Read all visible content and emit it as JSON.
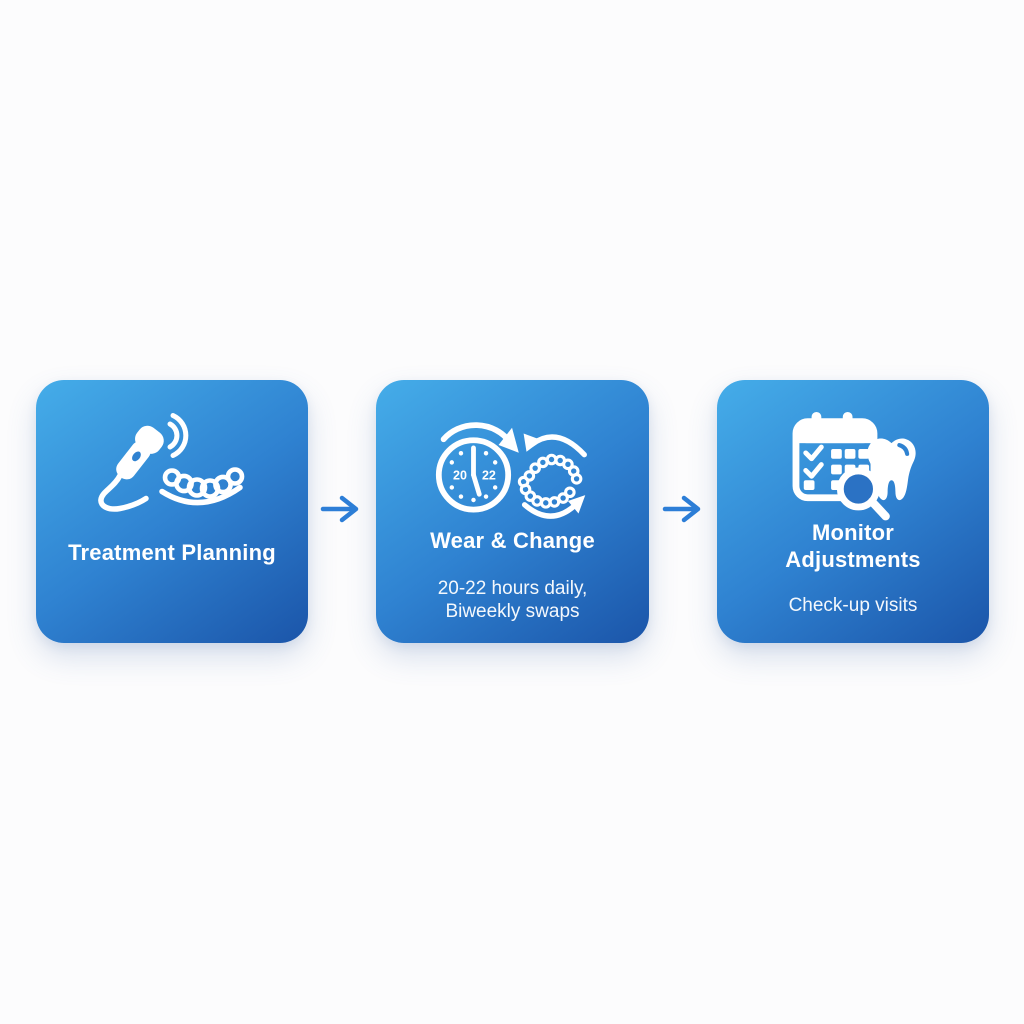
{
  "page": {
    "background_color": "#fcfcfd",
    "card_gradient": {
      "from": "#45ade9",
      "mid": "#2f82d1",
      "to": "#1b55a9"
    },
    "icon_color": "#ffffff",
    "accent_blue": "#2f82d1",
    "arrow_color": "#2d7ed7"
  },
  "flow": {
    "steps": [
      {
        "title": "Treatment Planning",
        "icon": "intraoral-scanner-teeth-icon"
      },
      {
        "title": "Wear & Change",
        "subtitle": "20-22 hours daily, Biweekly swaps",
        "icon": "clock-aligner-swap-icon",
        "clock": {
          "left_number": "20",
          "right_number": "22"
        }
      },
      {
        "title": "Monitor Adjustments",
        "subtitle": "Check-up visits",
        "icon": "calendar-tooth-magnifier-icon"
      }
    ]
  }
}
